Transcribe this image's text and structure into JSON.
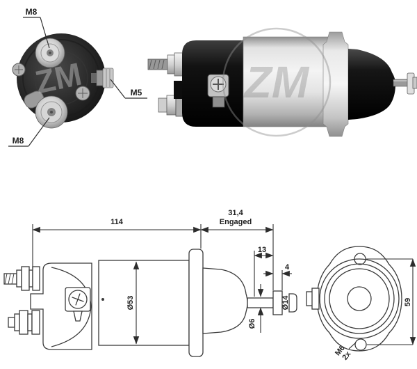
{
  "watermark": {
    "text": "ZM"
  },
  "front_view": {
    "labels": {
      "top_terminal": "M8",
      "side_stud": "M5",
      "bottom_terminal": "M8"
    }
  },
  "side_drawing": {
    "dimensions": {
      "overall_length": "114",
      "engaged_value": "31,4",
      "engaged_word": "Engaged",
      "rod_offset": "13",
      "washer_thickness": "4",
      "body_diameter": "Ø53",
      "rod_diameter": "Ø6",
      "washer_diameter": "Ø14"
    }
  },
  "rear_drawing": {
    "dimensions": {
      "bolt_hole_spacing": "59",
      "thread_size": "M6",
      "thread_count": "2x"
    }
  }
}
